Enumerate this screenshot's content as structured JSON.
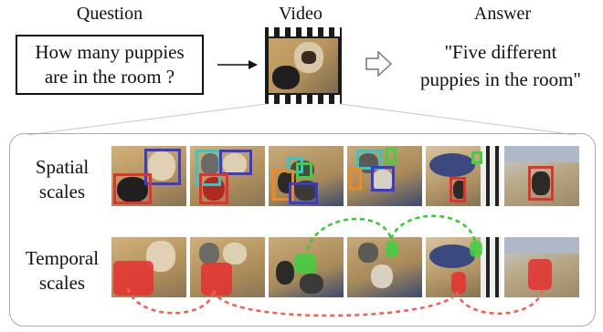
{
  "headings": {
    "question": "Question",
    "video": "Video",
    "answer": "Answer"
  },
  "question_text": "How many puppies\nare in the room ?",
  "answer_text": "\"Five different\npuppies in the room\"",
  "rows": {
    "spatial": "Spatial\nscales",
    "temporal": "Temporal\nscales"
  },
  "colors": {
    "red": "#e53030",
    "blue": "#3a3ad0",
    "teal": "#30c8c8",
    "orange": "#f08a20",
    "green": "#40d040",
    "dashed_green": "#33cc33",
    "dashed_red": "#ee6055",
    "panel_border": "#aaaaaa"
  },
  "icons": [
    "film-strip-icon",
    "right-arrow-icon",
    "hollow-arrow-icon"
  ]
}
